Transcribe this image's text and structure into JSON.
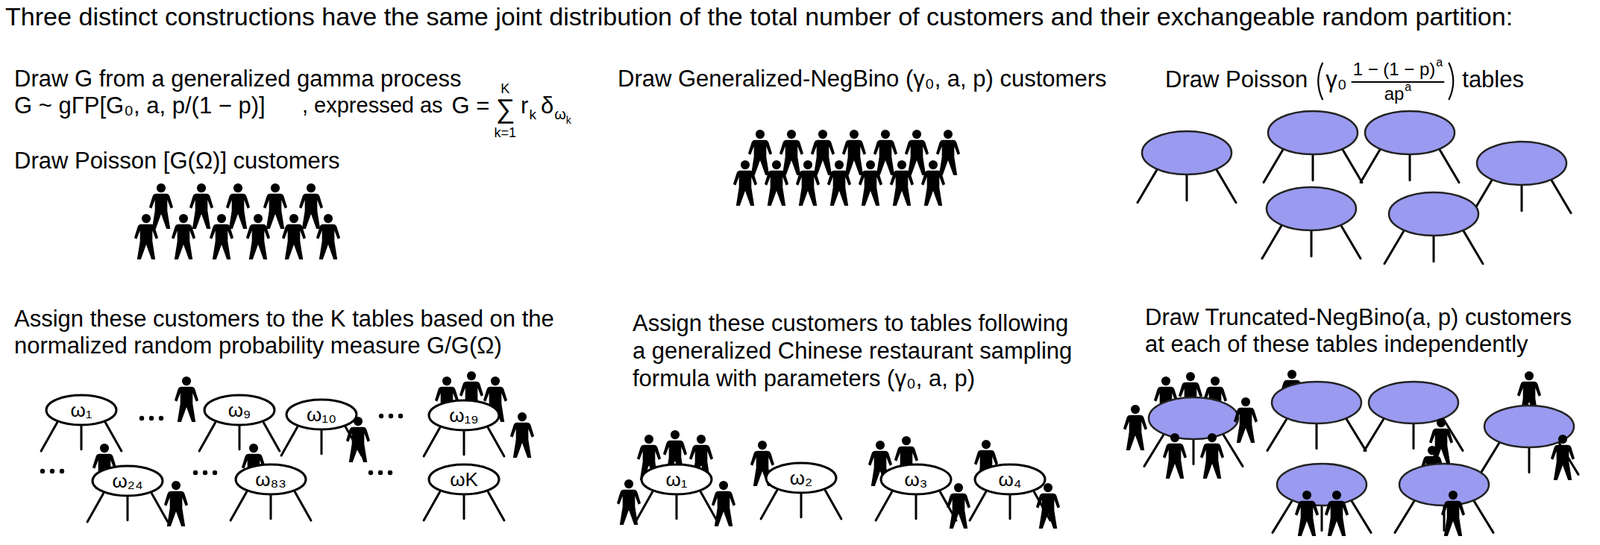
{
  "diagram": {
    "title": "Three distinct constructions have the same joint distribution of the total number of customers and their exchangeable random partition:",
    "nodes": [
      {
        "text": [
          "ω₁"
        ]
      },
      {
        "text": [
          "ω₉"
        ]
      },
      {
        "text": [
          "ω₁₀"
        ]
      },
      {
        "text": [
          "ω₁₉"
        ]
      },
      {
        "text": [
          "ω₂₄"
        ]
      },
      {
        "text": [
          "ω₈₃"
        ]
      },
      {
        "text": [
          "ωK"
        ]
      },
      {
        "text": [
          "ω₁"
        ]
      },
      {
        "text": [
          "ω₂"
        ]
      },
      {
        "text": [
          "ω₃"
        ]
      },
      {
        "text": [
          "ω₄"
        ]
      }
    ],
    "labels": [
      "Draw G from a generalized gamma process",
      "G ~ gΓP[G₀, a, p/(1 − p)]",
      ", expressed as",
      "G =",
      "∑",
      "K",
      "k=1",
      "r",
      "k",
      "δ",
      "ω",
      "k",
      "Draw Poisson [G(Ω)] customers",
      "Assign these customers to the K tables based on the normalized random probability measure G/G(Ω)",
      "Draw Generalized-NegBino (γ₀, a, p) customers",
      "Assign these customers to tables following a generalized Chinese restaurant sampling formula with parameters (γ₀, a, p)",
      "Draw Poisson",
      "γ₀",
      "1 − (1 − p)",
      "a",
      "ap",
      "a",
      "tables",
      "Draw Truncated-NegBino(a, p) customers at each of these tables independently"
    ]
  }
}
